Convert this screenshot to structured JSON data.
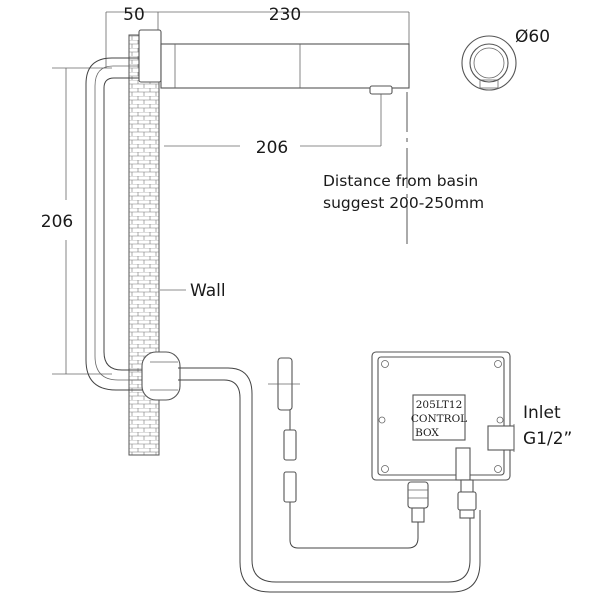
{
  "dimensions": {
    "wall_thickness": "50",
    "spout_length": "230",
    "spout_diameter": "Ø60",
    "vertical_pipe_height": "206",
    "spout_to_wall_height": "206"
  },
  "labels": {
    "basin_distance_line1": "Distance from basin",
    "basin_distance_line2": "suggest 200-250mm",
    "wall": "Wall",
    "inlet_line1": "Inlet",
    "inlet_line2": "G1/2”"
  },
  "control_box": {
    "line1": "205LT12",
    "line2": "CONTROL",
    "line3": "BOX"
  }
}
